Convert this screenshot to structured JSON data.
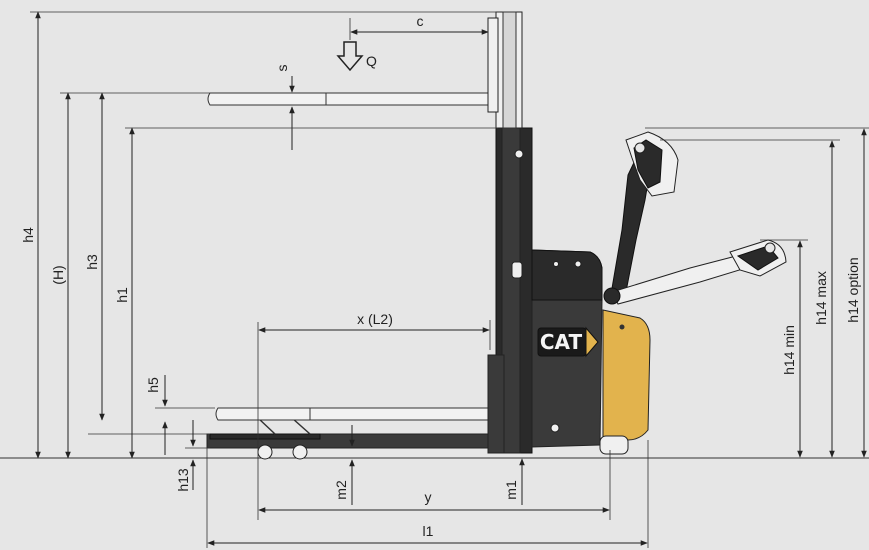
{
  "labels": {
    "c": "c",
    "s": "s",
    "Q": "Q",
    "h4": "h4",
    "H": "(H)",
    "h3": "h3",
    "h1": "h1",
    "h5": "h5",
    "h13": "h13",
    "xL2": "x (L2)",
    "m2": "m2",
    "m1": "m1",
    "y": "y",
    "l1": "l1",
    "h14min": "h14 min",
    "h14max": "h14 max",
    "h14option": "h14 option"
  },
  "logo": {
    "text": "CAT"
  },
  "colors": {
    "background": "#e6e6e6",
    "body": "#3a3a3a",
    "accent": "#e2b34d",
    "fork": "#f2f2f2"
  }
}
